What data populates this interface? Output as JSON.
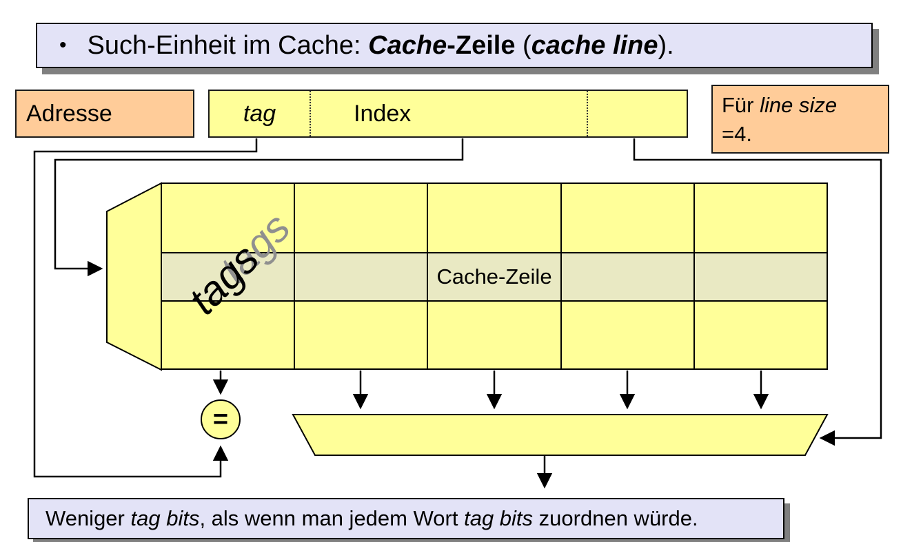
{
  "title": {
    "bullet": "•",
    "r1": "Such-Einheit im Cache: ",
    "r2": "Cache",
    "r3": "-Zeile",
    "r4": " (",
    "r5": "cache line",
    "r6": ")."
  },
  "address_label": "Adresse",
  "address_field": {
    "tag": "tag",
    "index": "Index"
  },
  "line_size_note": {
    "r1": "Für ",
    "r2": "line size",
    "r3": "=4."
  },
  "cache_array": {
    "tags_label": "tags",
    "row_label": "Cache-Zeile",
    "columns": 5,
    "rows": 3
  },
  "comparator_symbol": "=",
  "footer": {
    "r1": "Weniger ",
    "r2": "tag bits",
    "r3": ", als wenn man jedem Wort ",
    "r4": "tag bits",
    "r5": " zuordnen würde."
  },
  "colors": {
    "cell_yellow": "#ffff99",
    "highlight_row": "#e9e9c3",
    "note_orange": "#ffcc99",
    "text_box_lavender": "#e3e3f7",
    "shadow_gray": "#808080",
    "line_black": "#000000"
  }
}
